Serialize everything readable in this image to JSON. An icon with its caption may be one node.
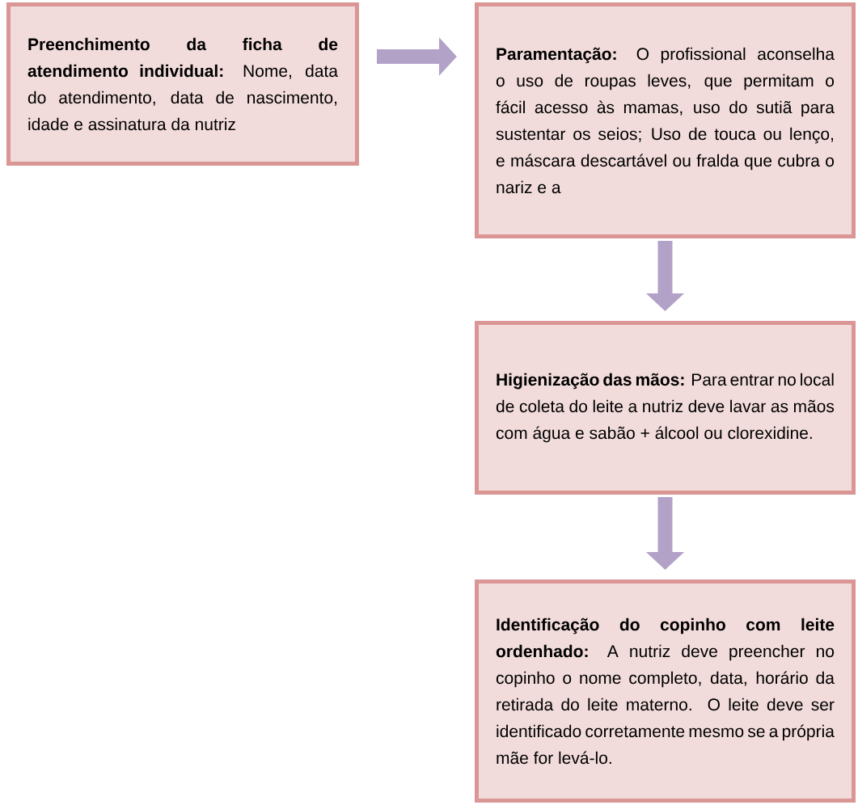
{
  "diagram": {
    "nodes": [
      {
        "text": [
          "**Preenchimento da ficha de atendimento individual:** Nome, data do atendimento, data de nascimento, idade e assinatura da nutriz"
        ]
      },
      {
        "text": [
          "**Paramentação:** O profissional aconselha o uso de roupas leves, que permitam o fácil acesso às mamas, uso do sutiã para sustentar os seios; Uso de touca ou lenço, e máscara descartável ou fralda que cubra o nariz e a"
        ]
      },
      {
        "text": [
          "**Higienização das mãos:** Para entrar no local de coleta do leite a nutriz deve lavar as mãos com água e sabão + álcool ou clorexidine."
        ]
      },
      {
        "text": [
          "**Identificação do copinho com leite ordenhado:** A nutriz deve preencher no copinho o nome completo, data, horário da retirada do leite materno. O leite deve ser identificado corretamente mesmo se a própria mãe for levá-lo."
        ]
      }
    ],
    "edges": [
      {
        "from": 0,
        "to": 1,
        "arrow": "to"
      },
      {
        "from": 1,
        "to": 2,
        "arrow": "to"
      },
      {
        "from": 2,
        "to": 3,
        "arrow": "to"
      }
    ]
  }
}
